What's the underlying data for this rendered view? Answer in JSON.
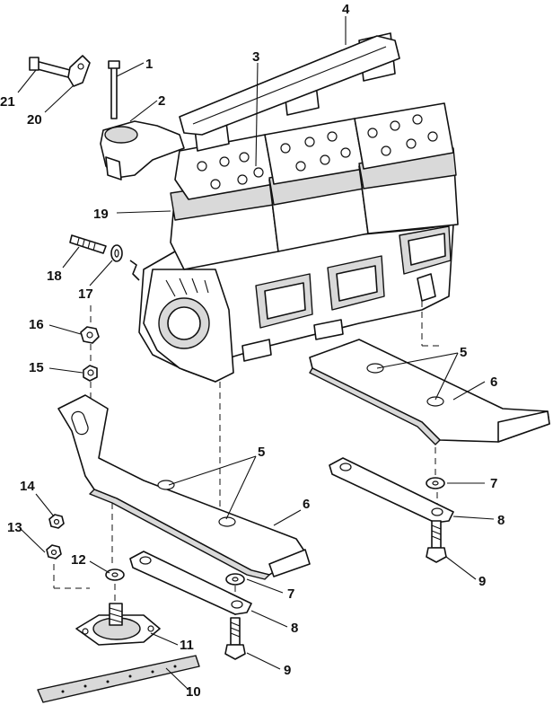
{
  "callouts": {
    "c1": "1",
    "c2": "2",
    "c3": "3",
    "c4": "4",
    "c5a": "5",
    "c5b": "5",
    "c6a": "6",
    "c6b": "6",
    "c7a": "7",
    "c7b": "7",
    "c8a": "8",
    "c8b": "8",
    "c9a": "9",
    "c9b": "9",
    "c10": "10",
    "c11": "11",
    "c12": "12",
    "c13": "13",
    "c14": "14",
    "c15": "15",
    "c16": "16",
    "c17": "17",
    "c18": "18",
    "c19": "19",
    "c20": "20",
    "c21": "21"
  }
}
